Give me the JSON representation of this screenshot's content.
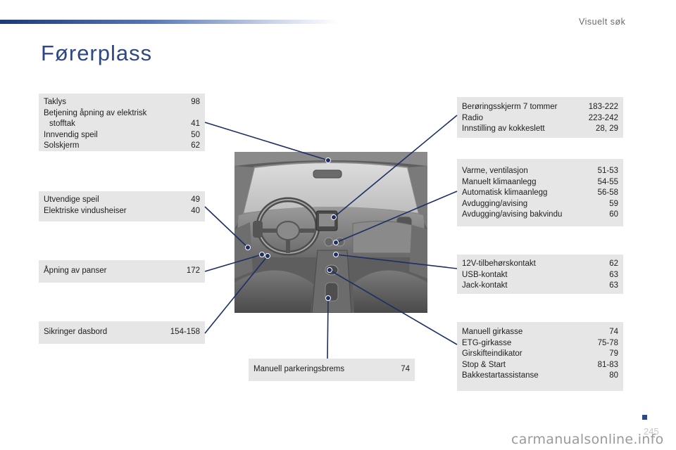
{
  "header": {
    "section_label": "Visuelt søk"
  },
  "page": {
    "title": "Førerplass",
    "number": "245",
    "watermark": "carmanualsonline.info"
  },
  "boxes": {
    "roof": {
      "rows": [
        {
          "label": "Taklys",
          "page": "98"
        },
        {
          "label": "Betjening åpning av elektrisk",
          "page": ""
        },
        {
          "label": "stofftak",
          "page": "41"
        },
        {
          "label": "Innvendig speil",
          "page": "50"
        },
        {
          "label": "Solskjerm",
          "page": "62"
        }
      ]
    },
    "mirrors": {
      "rows": [
        {
          "label": "Utvendige speil",
          "page": "49"
        },
        {
          "label": "Elektriske vindusheiser",
          "page": "40"
        }
      ]
    },
    "bonnet": {
      "rows": [
        {
          "label": "Åpning av panser",
          "page": "172"
        }
      ]
    },
    "fuses": {
      "rows": [
        {
          "label": "Sikringer dasbord",
          "page": "154-158"
        }
      ]
    },
    "handbrake": {
      "rows": [
        {
          "label": "Manuell parkeringsbrems",
          "page": "74"
        }
      ]
    },
    "touchscreen": {
      "rows": [
        {
          "label": "Berøringsskjerm 7 tommer",
          "page": "183-222"
        },
        {
          "label": "Radio",
          "page": "223-242"
        },
        {
          "label": "Innstilling av kokkeslett",
          "page": "28, 29"
        }
      ]
    },
    "climate": {
      "rows": [
        {
          "label": "Varme, ventilasjon",
          "page": "51-53"
        },
        {
          "label": "Manuelt klimaanlegg",
          "page": "54-55"
        },
        {
          "label": "Automatisk klimaanlegg",
          "page": "56-58"
        },
        {
          "label": "Avdugging/avising",
          "page": "59"
        },
        {
          "label": "Avdugging/avising bakvindu",
          "page": "60"
        }
      ]
    },
    "sockets": {
      "rows": [
        {
          "label": "12V-tilbehørskontakt",
          "page": "62"
        },
        {
          "label": "USB-kontakt",
          "page": "63"
        },
        {
          "label": "Jack-kontakt",
          "page": "63"
        }
      ]
    },
    "gearbox": {
      "rows": [
        {
          "label": "Manuell girkasse",
          "page": "74"
        },
        {
          "label": "ETG-girkasse",
          "page": "75-78"
        },
        {
          "label": "Girskifteindikator",
          "page": "79"
        },
        {
          "label": "Stop & Start",
          "page": "81-83"
        },
        {
          "label": "Bakkestartassistanse",
          "page": "80"
        }
      ]
    }
  },
  "colors": {
    "accent": "#2d4788",
    "box_bg": "#e6e6e6",
    "leader": "#1c2f66"
  }
}
